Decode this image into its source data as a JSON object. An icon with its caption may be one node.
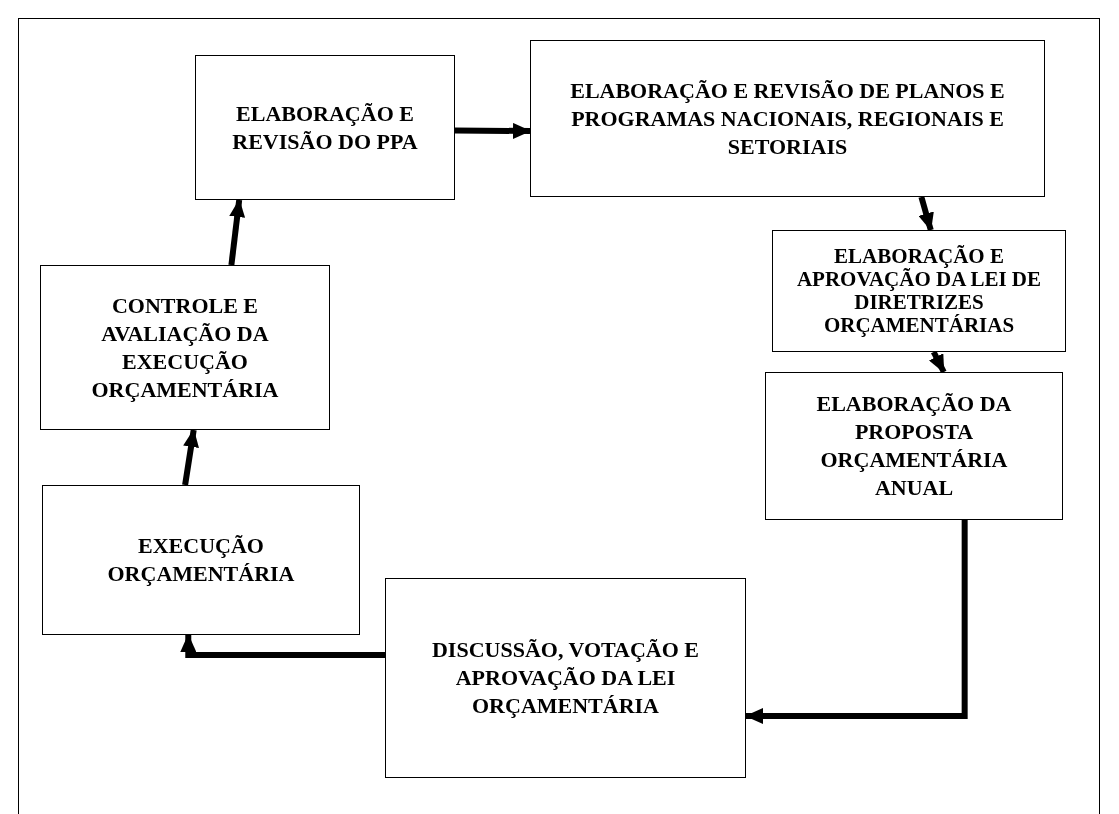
{
  "diagram": {
    "nodes": [
      {
        "text": [
          "ELABORAÇÃO E REVISÃO DO PPA"
        ]
      },
      {
        "text": [
          "ELABORAÇÃO E REVISÃO DE PLANOS E PROGRAMAS NACIONAIS, REGIONAIS E SETORIAIS"
        ]
      },
      {
        "text": [
          "ELABORAÇÃO E APROVAÇÃO DA LEI DE DIRETRIZES ORÇAMENTÁRIAS"
        ]
      },
      {
        "text": [
          "ELABORAÇÃO DA PROPOSTA ORÇAMENTÁRIA ANUAL"
        ]
      },
      {
        "text": [
          "DISCUSSÃO, VOTAÇÃO E APROVAÇÃO DA LEI ORÇAMENTÁRIA"
        ]
      },
      {
        "text": [
          "EXECUÇÃO ORÇAMENTÁRIA"
        ]
      },
      {
        "text": [
          "CONTROLE E AVALIAÇÃO DA EXECUÇÃO ORÇAMENTÁRIA"
        ]
      }
    ],
    "edges": [
      {
        "from": 0,
        "to": 1,
        "arrow": "to"
      },
      {
        "from": 1,
        "to": 2,
        "arrow": "to"
      },
      {
        "from": 2,
        "to": 3,
        "arrow": "to"
      },
      {
        "from": 3,
        "to": 4,
        "arrow": "to"
      },
      {
        "from": 4,
        "to": 5,
        "arrow": "to"
      },
      {
        "from": 5,
        "to": 6,
        "arrow": "to"
      },
      {
        "from": 6,
        "to": 0,
        "arrow": "to"
      }
    ]
  }
}
